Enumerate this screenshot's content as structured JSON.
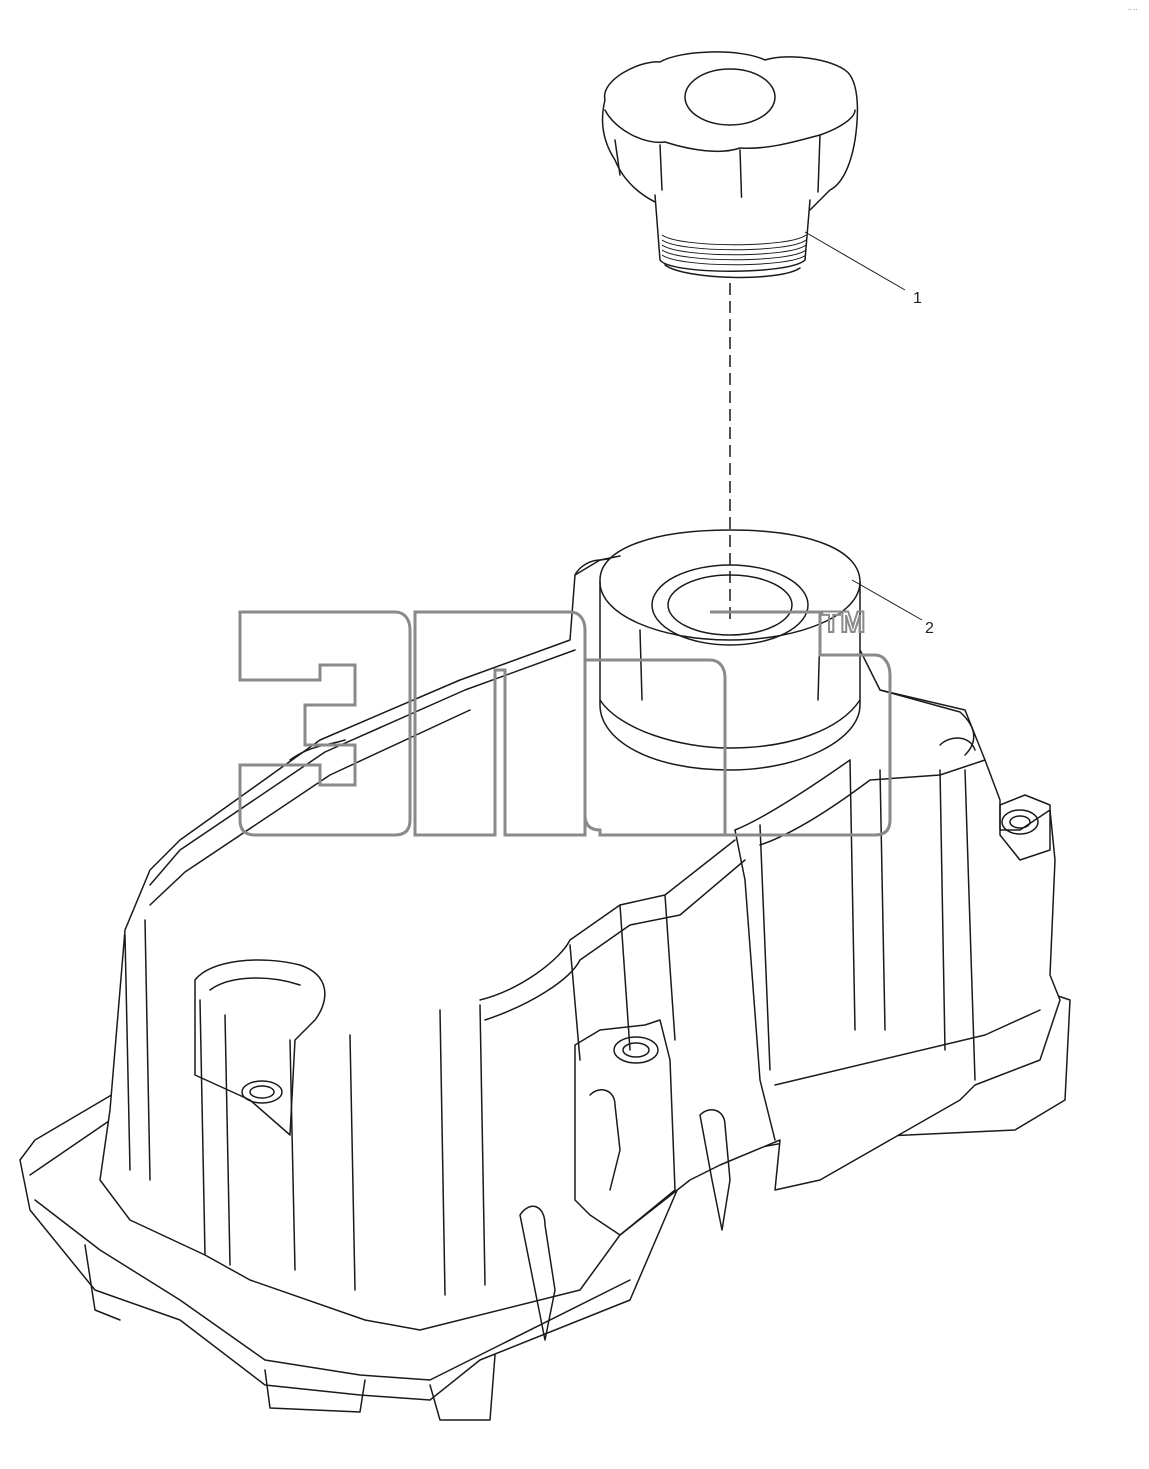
{
  "drawing": {
    "callouts": [
      {
        "label": "1",
        "part": "filler-cap"
      },
      {
        "label": "2",
        "part": "valve-cover"
      }
    ],
    "watermark": {
      "trademark": "TM"
    },
    "corner_mark": "·· ··"
  },
  "colors": {
    "line": "#1a1a1a",
    "watermark": "#8a8a8a",
    "background": "#ffffff"
  }
}
